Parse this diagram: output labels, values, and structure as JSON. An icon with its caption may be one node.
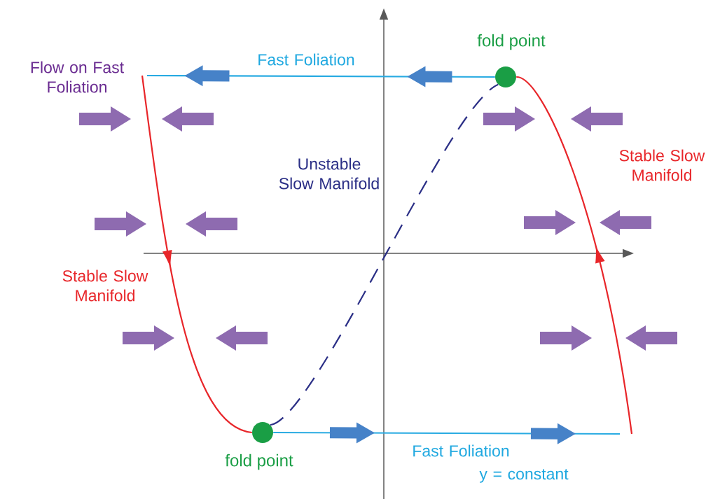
{
  "diagram": {
    "nodes": [
      {
        "text": [],
        "shape": "circle",
        "beside": [
          "fold point"
        ]
      },
      {
        "text": [],
        "shape": "circle",
        "beside": [
          "fold point"
        ]
      }
    ],
    "edges": [
      {
        "from": 1,
        "to": 0,
        "arrow": "none",
        "style": "dashed",
        "color": "#2b2f86"
      },
      {
        "from": null,
        "to": 1,
        "arrow": "none",
        "color": "#e8262a"
      },
      {
        "from": null,
        "to": 0,
        "arrow": "none",
        "color": "#e8262a"
      },
      {
        "from": 0,
        "to": null,
        "arrow": "none",
        "color": "#29abe2"
      },
      {
        "from": 1,
        "to": null,
        "arrow": "none",
        "color": "#29abe2"
      }
    ],
    "labels": [
      "Flow on Fast Foliation",
      "Fast Foliation",
      "Unstable Slow Manifold",
      "Stable Slow Manifold",
      "Stable Slow Manifold",
      "Fast Foliation",
      "y = constant"
    ]
  }
}
